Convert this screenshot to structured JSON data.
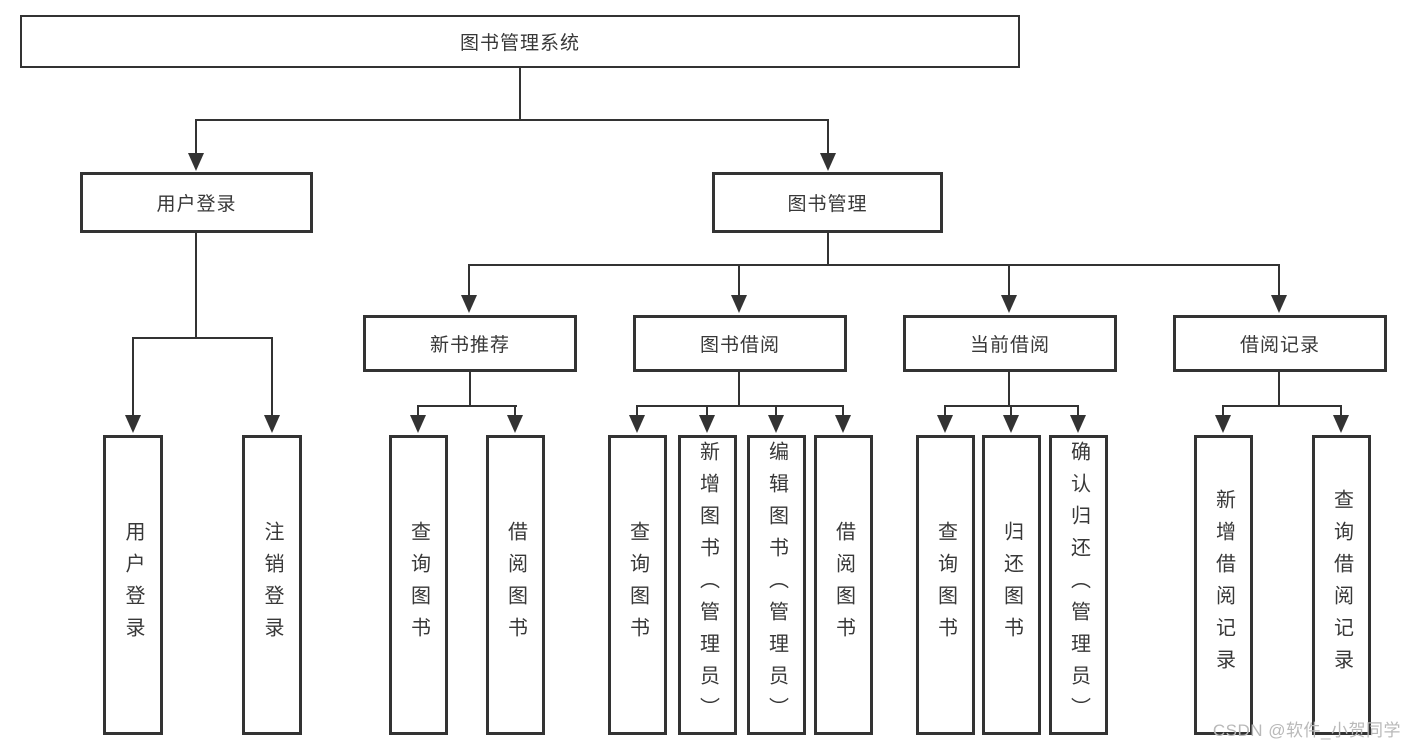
{
  "tree": {
    "root": "图书管理系统",
    "branches": [
      {
        "label": "用户登录",
        "children": [
          "用户登录",
          "注销登录"
        ]
      },
      {
        "label": "图书管理",
        "children": [
          {
            "label": "新书推荐",
            "children": [
              "查询图书",
              "借阅图书"
            ]
          },
          {
            "label": "图书借阅",
            "children": [
              "查询图书",
              "新增图书（管理员）",
              "编辑图书（管理员）",
              "借阅图书"
            ]
          },
          {
            "label": "当前借阅",
            "children": [
              "查询图书",
              "归还图书",
              "确认归还（管理员）"
            ]
          },
          {
            "label": "借阅记录",
            "children": [
              "新增借阅记录",
              "查询借阅记录"
            ]
          }
        ]
      }
    ]
  },
  "watermark": {
    "text": "CSDN @软件_小贺同学",
    "color": "#b9b9b9"
  },
  "colors": {
    "line": "#333333",
    "box_border": "#333333",
    "text": "#383838",
    "background": "#ffffff"
  }
}
